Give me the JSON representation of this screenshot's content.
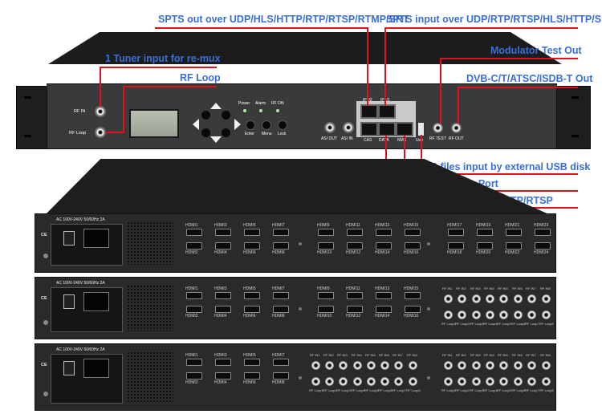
{
  "callouts": {
    "spts_out": "SPTS out over UDP/HLS/HTTP/RTP/RTSP/RTMP/SRT",
    "spts_in": "SPTS input over UDP/RTP/RTSP/HLS/HTTP/SRT",
    "tuner": "1 Tuner input for re-mux",
    "modulator_test": "Modulator Test Out",
    "rf_loop": "RF Loop",
    "dvb_out": "DVB-C/T/ATSC/ISDB-T Out",
    "ts_usb": "TS files input by external USB disk",
    "device_manage": "Device Mange Port",
    "mpts": "MPTS in&out over UDP/RTP/RTSP"
  },
  "front_panel": {
    "rf_in": "RF IN",
    "rf_loop": "RF Loop",
    "led_power": "Power",
    "led_alarm": "Alarm",
    "led_rfon": "RF ON",
    "btn_enter": "Enter",
    "btn_menu": "Menu",
    "btn_lock": "Lock",
    "asi_out": "ASI OUT",
    "asi_in": "ASI IN",
    "ip2": "IP2/2",
    "ip1": "IP1/1",
    "cas": "CAS",
    "data": "DATA",
    "nms": "NMS",
    "usb": "Usb",
    "rf_test": "RF TEST",
    "rf_out": "RF OUT"
  },
  "power_label": "AC 100V-240V 50/60Hz 2A",
  "ce_mark": "CE",
  "hdmi_top": [
    "HDMI1",
    "HDMI3",
    "HDMI5",
    "HDMI7",
    "HDMI9",
    "HDMI11",
    "HDMI13",
    "HDMI15",
    "HDMI17",
    "HDMI19",
    "HDMI21",
    "HDMI23"
  ],
  "hdmi_bottom": [
    "HDMI2",
    "HDMI4",
    "HDMI6",
    "HDMI8",
    "HDMI10",
    "HDMI12",
    "HDMI14",
    "HDMI16",
    "HDMI18",
    "HDMI20",
    "HDMI22",
    "HDMI24"
  ],
  "rf_in_labels": [
    "RF IN1",
    "RF IN2",
    "RF IN3",
    "RF IN4",
    "RF IN5",
    "RF IN6",
    "RF IN7",
    "RF IN8"
  ],
  "rf_loop_labels": [
    "RF Loop1",
    "RF Loop2",
    "RF Loop3",
    "RF Loop4",
    "RF Loop5",
    "RF Loop6",
    "RF Loop7",
    "RF Loop8"
  ]
}
